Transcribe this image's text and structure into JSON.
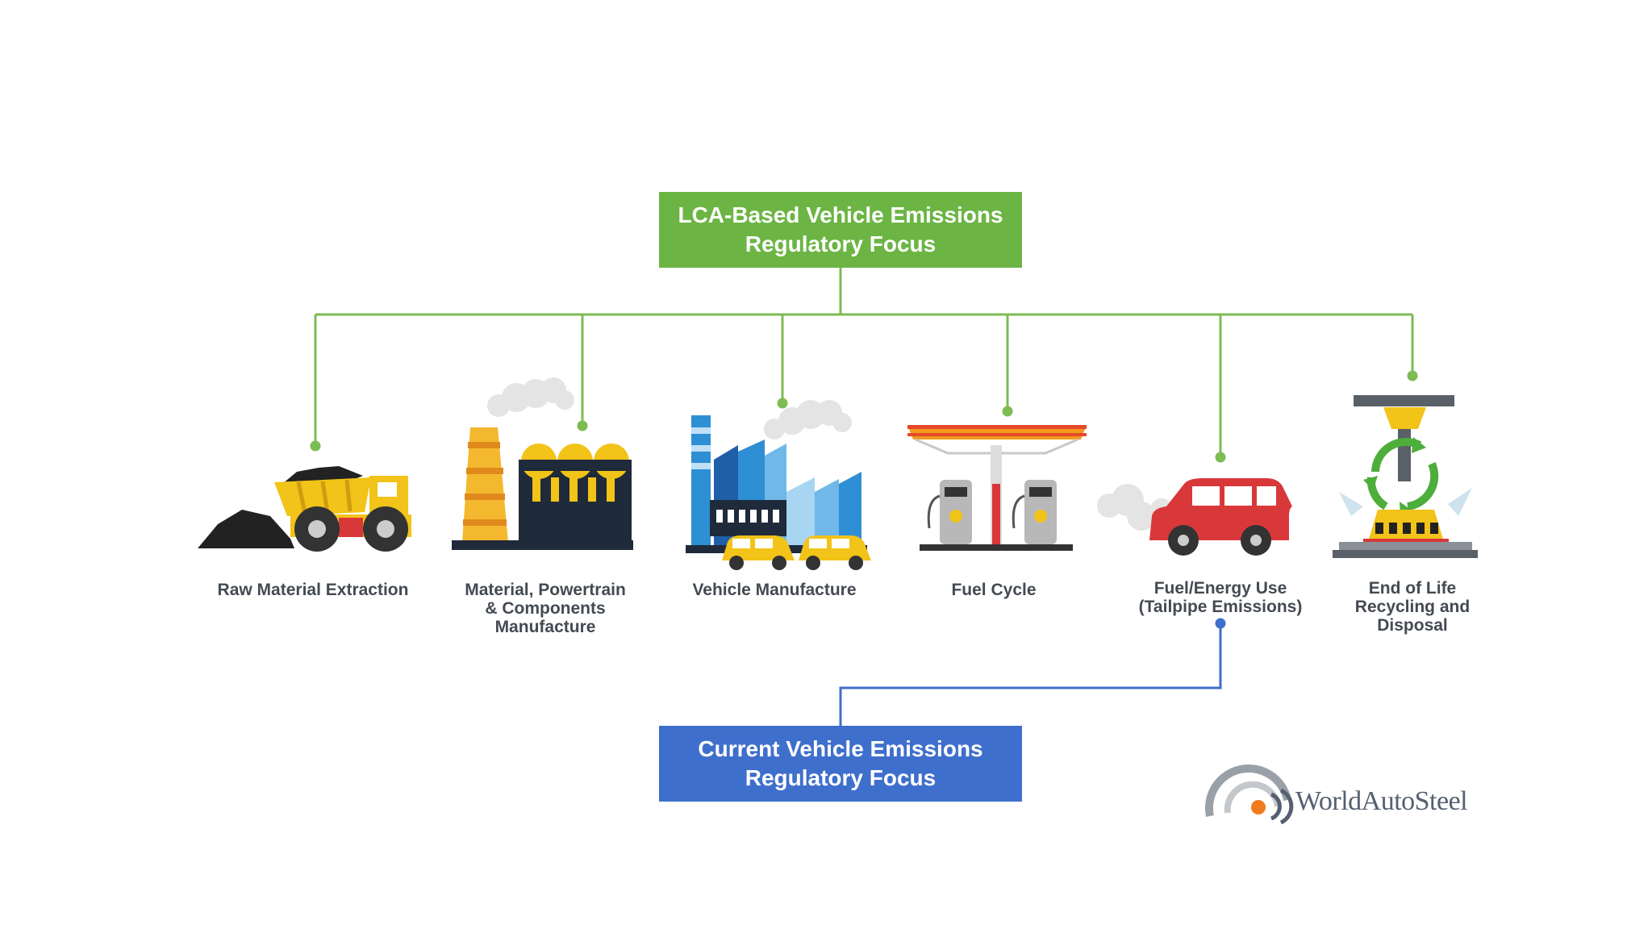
{
  "top_box": {
    "text": "LCA-Based Vehicle Emissions\nRegulatory Focus",
    "color": "#6cb544"
  },
  "bottom_box": {
    "text": "Current Vehicle Emissions\nRegulatory Focus",
    "color": "#3f6fcc"
  },
  "stages": [
    {
      "label": "Raw Material Extraction",
      "icon": "mining-truck-icon"
    },
    {
      "label": "Material, Powertrain\n& Components\nManufacture",
      "icon": "factory-icon"
    },
    {
      "label": "Vehicle Manufacture",
      "icon": "car-factory-icon"
    },
    {
      "label": "Fuel Cycle",
      "icon": "fuel-station-icon"
    },
    {
      "label": "Fuel/Energy Use\n(Tailpipe Emissions)",
      "icon": "red-car-icon"
    },
    {
      "label": "End of Life\nRecycling and\nDisposal",
      "icon": "car-crusher-icon"
    }
  ],
  "logo": {
    "text": "WorldAutoSteel"
  },
  "colors": {
    "green_connector": "#7cbc52",
    "blue_connector": "#3f6fcc"
  }
}
